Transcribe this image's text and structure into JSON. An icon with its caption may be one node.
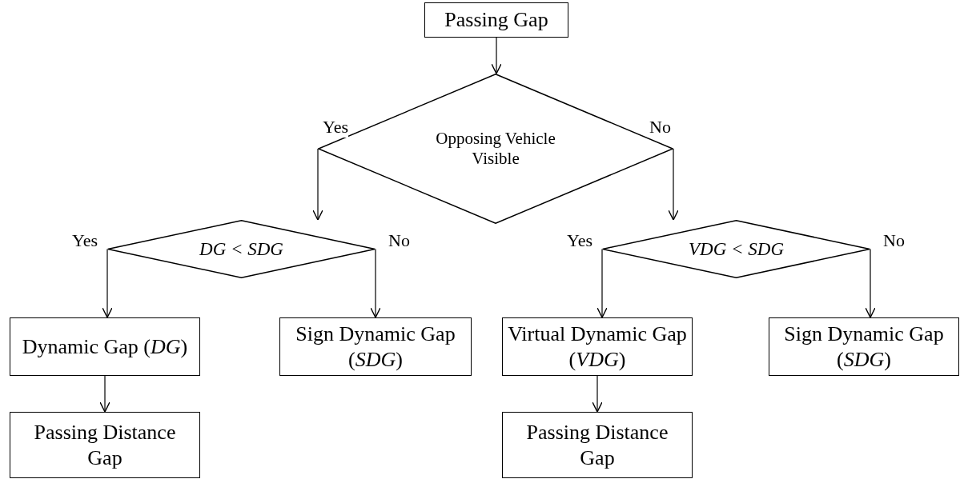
{
  "diagram": {
    "nodes": [
      {
        "text": [
          "Passing Gap"
        ]
      },
      {
        "text": [
          "Opposing Vehicle Visible"
        ]
      },
      {
        "text": [
          "DG < SDG"
        ]
      },
      {
        "text": [
          "VDG < SDG"
        ]
      },
      {
        "text": [
          "Dynamic Gap (*DG*)"
        ]
      },
      {
        "text": [
          "Sign Dynamic Gap (*SDG*)"
        ]
      },
      {
        "text": [
          "Virtual Dynamic Gap (*VDG*)"
        ]
      },
      {
        "text": [
          "Sign Dynamic Gap (*SDG*)"
        ]
      },
      {
        "text": [
          "Passing Distance Gap"
        ]
      },
      {
        "text": [
          "Passing Distance Gap"
        ]
      }
    ],
    "edges": [
      {
        "from": 0,
        "to": 1,
        "arrow": "to"
      },
      {
        "from": 1,
        "to": 2,
        "arrow": "to",
        "label": "Yes"
      },
      {
        "from": 1,
        "to": 3,
        "arrow": "to",
        "label": "No"
      },
      {
        "from": 2,
        "to": 4,
        "arrow": "to",
        "label": "Yes"
      },
      {
        "from": 2,
        "to": 5,
        "arrow": "to",
        "label": "No"
      },
      {
        "from": 3,
        "to": 6,
        "arrow": "to",
        "label": "Yes"
      },
      {
        "from": 3,
        "to": 7,
        "arrow": "to",
        "label": "No"
      },
      {
        "from": 4,
        "to": 8,
        "arrow": "to"
      },
      {
        "from": 6,
        "to": 9,
        "arrow": "to"
      }
    ]
  }
}
